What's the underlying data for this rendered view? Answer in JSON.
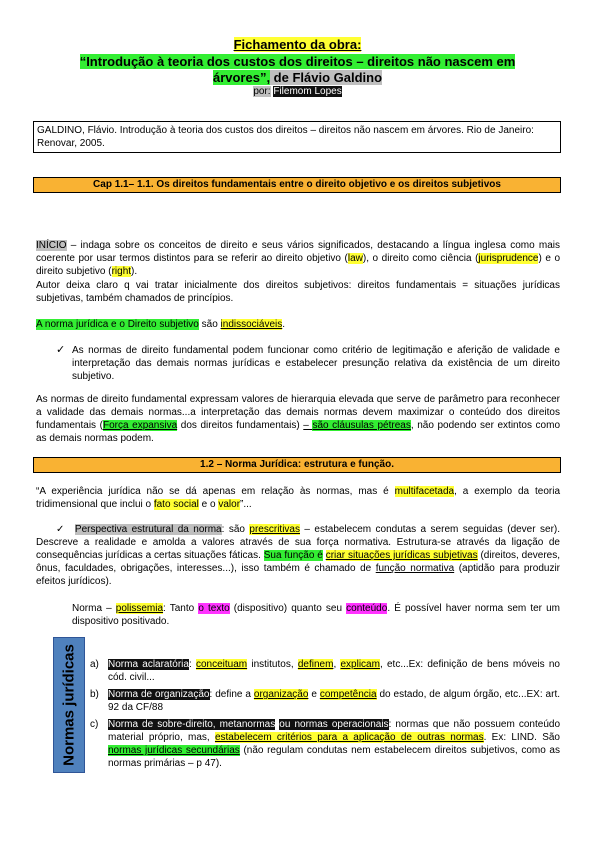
{
  "header": {
    "line1": "Fichamento da obra:",
    "line2": "“Introdução à teoria dos custos dos direitos – direitos não nascem em",
    "line3a": "árvores”,",
    "line3b": " de Flávio Galdino",
    "by_label": "por:",
    "by_name": "Filemom Lopes"
  },
  "reference": "GALDINO, Flávio. Introdução à teoria dos custos dos direitos – direitos não nascem em árvores. Rio de Janeiro: Renovar, 2005.",
  "section1": {
    "title": "Cap 1.1– 1.1. Os direitos fundamentais entre o direito objetivo e os direitos subjetivos",
    "p1": {
      "inicio": "INÍCIO",
      "t1": " – indaga sobre os conceitos de direito e seus vários significados, destacando a língua inglesa como mais coerente por usar termos distintos para se referir ao direito objetivo (",
      "law": "law",
      "t2": "), o direito como ciência (",
      "juris": "jurisprudence",
      "t3": ") e o direito subjetivo (",
      "right": "right",
      "t4": ")."
    },
    "p2": "Autor deixa claro q vai tratar inicialmente dos direitos subjetivos: direitos fundamentais = situações jurídicas subjetivas, também chamados de princípios.",
    "p3": {
      "hl": "A norma jurídica e o Direito subjetivo",
      "t1": " são ",
      "ind": "indissociáveis",
      "t2": "."
    },
    "bullet": "As normas de direito fundamental podem funcionar como critério de legitimação e aferição de validade e interpretação das demais normas jurídicas e estabelecer presunção relativa da existência de um direito subjetivo.",
    "p4": {
      "t1": "As normas de direito fundamental expressam valores de hierarquia elevada que serve de parâmetro para reconhecer a validade das demais normas...a interpretação das demais normas devem maximizar o conteúdo dos direitos fundamentais (",
      "forca": "Força expansiva",
      "t2": " dos direitos fundamentais) ",
      "dash": "– ",
      "clausulas": "são cláusulas pétreas",
      "t3": ", não podendo ser extintos como as demais normas podem."
    }
  },
  "section2": {
    "title": "1.2 – Norma Jurídica: estrutura e função.",
    "quote": {
      "t1": "“A experiência jurídica não se dá apenas em relação às normas, mas é ",
      "multi": "multifacetada",
      "t2": ", a exemplo da teoria tridimensional que inclui o ",
      "fato": "fato social",
      "t3": " e o ",
      "valor": "valor",
      "t4": "”..."
    },
    "bullet": {
      "persp": "Perspectiva estrutural da norma",
      "t1": ": são ",
      "presc": "prescritivas",
      "t2": " – estabelecem condutas a serem seguidas (dever ser). Descreve a realidade e amolda a valores através de sua força normativa. Estrutura-se através da ligação de consequências jurídicas a certas situações fáticas. ",
      "funcao": "Sua função é",
      "t3": " ",
      "criar": "criar situações jurídicas subjetivas",
      "t4": " (direitos, deveres, ônus, faculdades, obrigações, interesses...), isso também é chamado de ",
      "fnorm": "função normativa",
      "t5": " (aptidão para produzir efeitos jurídicos)."
    },
    "norma": {
      "t1": "Norma – ",
      "poli": "polissemia",
      "t2": ": Tanto ",
      "texto": "o texto",
      "t3": " (dispositivo) quanto seu ",
      "conteudo": "conteúdo",
      "t4": ". É possível haver norma sem ter um dispositivo positivado."
    },
    "side_label": "Normas jurídicas",
    "items": {
      "a": {
        "marker": "a)",
        "name": "Norma aclaratória",
        "t1": ": ",
        "c1": "conceituam",
        "t2": " institutos, ",
        "c2": "definem",
        "t3": ", ",
        "c3": "explicam",
        "t4": ", etc...Ex: definição de bens móveis no cód. civil..."
      },
      "b": {
        "marker": "b)",
        "name": "Norma de organização",
        "t1": ": define a ",
        "c1": "organização",
        "t2": " e ",
        "c2": "competência",
        "t3": " do estado, de algum órgão, etc...EX: art. 92  da CF/88"
      },
      "c": {
        "marker": "c)",
        "name": "Norma de sobre-direito, metanormas",
        "t1": " ",
        "name2": "ou normas operacionais",
        "t2": ": normas que não possuem conteúdo material próprio, mas, ",
        "c1": "estabelecem critérios para a aplicação de outras normas",
        "t3": ". Ex: LIND. São ",
        "c2": "normas jurídicas secundárias",
        "t4": " (não regulam condutas nem estabelecem direitos subjetivos, como as normas primárias – p 47)."
      }
    }
  }
}
